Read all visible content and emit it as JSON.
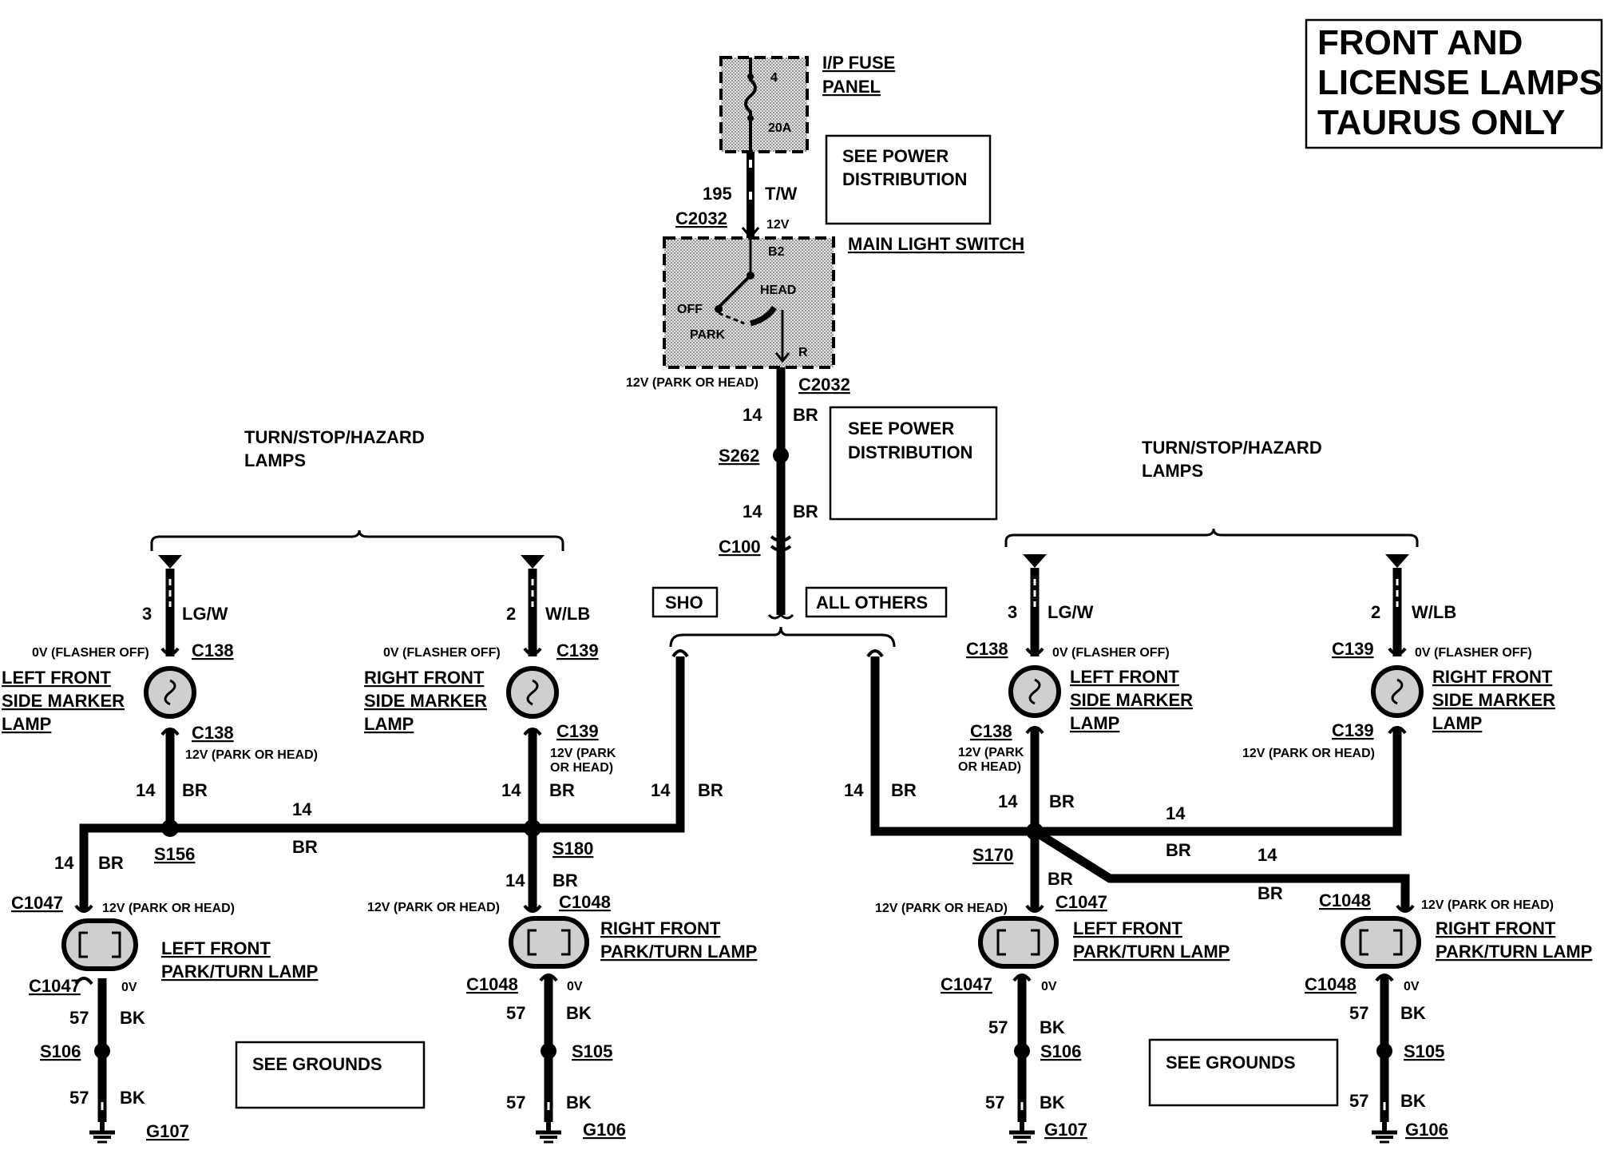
{
  "title": {
    "line1": "FRONT AND",
    "line2": "LICENSE LAMPS",
    "line3": "TAURUS ONLY"
  },
  "fuse_panel": {
    "label1": "I/P FUSE",
    "label2": "PANEL",
    "fuse_number": "4",
    "fuse_rating": "20A"
  },
  "see_power_1": {
    "line1": "SEE POWER",
    "line2": "DISTRIBUTION"
  },
  "see_power_2": {
    "line1": "SEE POWER",
    "line2": "DISTRIBUTION"
  },
  "feed": {
    "circuit": "195",
    "color": "T/W",
    "connector": "C2032",
    "voltage": "12V"
  },
  "switch": {
    "label": "MAIN LIGHT SWITCH",
    "b2": "B2",
    "head": "HEAD",
    "off": "OFF",
    "park": "PARK",
    "r": "R"
  },
  "switch_out": {
    "voltage": "12V (PARK OR HEAD)",
    "connector": "C2032",
    "circuit": "14",
    "color": "BR"
  },
  "splice_main": {
    "name": "S262",
    "circuit": "14",
    "color": "BR"
  },
  "connector_main": "C100",
  "variants": {
    "sho": "SHO",
    "others": "ALL OTHERS"
  },
  "left_group": {
    "label1": "TURN/STOP/HAZARD",
    "label2": "LAMPS",
    "marker_l": {
      "circuit": "3",
      "color": "LG/W",
      "state": "0V (FLASHER OFF)",
      "connector": "C138",
      "name1": "LEFT FRONT",
      "name2": "SIDE MARKER",
      "name3": "LAMP",
      "connector_low": "C138",
      "volt_low": "12V (PARK OR HEAD)",
      "circ_low": "14",
      "color_low": "BR"
    },
    "marker_r": {
      "circuit": "2",
      "color": "W/LB",
      "state": "0V (FLASHER OFF)",
      "connector": "C139",
      "name1": "RIGHT FRONT",
      "name2": "SIDE MARKER",
      "name3": "LAMP",
      "connector_low": "C139",
      "volt_low1": "12V (PARK",
      "volt_low2": "OR HEAD)",
      "circ_low": "14",
      "color_low": "BR"
    },
    "bus": {
      "circuit": "14",
      "color": "BR"
    },
    "sho_feed": {
      "circuit": "14",
      "color": "BR"
    },
    "s156": "S156",
    "s180": "S180",
    "drop_l": {
      "circuit": "14",
      "color": "BR",
      "connector": "C1047",
      "voltage": "12V (PARK OR HEAD)"
    },
    "drop_r": {
      "circuit": "14",
      "color": "BR",
      "connector": "C1048",
      "voltage": "12V (PARK OR HEAD)"
    },
    "park_l": {
      "name1": "LEFT FRONT",
      "name2": "PARK/TURN LAMP",
      "connector": "C1047",
      "volt": "0V",
      "circ": "57",
      "color": "BK",
      "splice": "S106",
      "circ2": "57",
      "color2": "BK",
      "ground": "G107"
    },
    "park_r": {
      "name1": "RIGHT FRONT",
      "name2": "PARK/TURN LAMP",
      "connector": "C1048",
      "volt": "0V",
      "circ": "57",
      "color": "BK",
      "splice": "S105",
      "circ2": "57",
      "color2": "BK",
      "ground": "G106"
    },
    "see_grounds": "SEE GROUNDS"
  },
  "right_group": {
    "label1": "TURN/STOP/HAZARD",
    "label2": "LAMPS",
    "others_feed": {
      "circuit": "14",
      "color": "BR"
    },
    "marker_l": {
      "circuit": "3",
      "color": "LG/W",
      "state": "0V (FLASHER OFF)",
      "connector": "C138",
      "name1": "LEFT FRONT",
      "name2": "SIDE MARKER",
      "name3": "LAMP",
      "connector_low": "C138",
      "volt_low1": "12V (PARK",
      "volt_low2": "OR HEAD)",
      "circ_low": "14",
      "color_low": "BR"
    },
    "marker_r": {
      "circuit": "2",
      "color": "W/LB",
      "state": "0V (FLASHER OFF)",
      "connector": "C139",
      "name1": "RIGHT FRONT",
      "name2": "SIDE MARKER",
      "name3": "LAMP",
      "connector_low": "C139",
      "volt_low": "12V (PARK OR HEAD)"
    },
    "bus_top": {
      "circuit": "14",
      "color": "BR"
    },
    "bus_bot": {
      "circuit": "14",
      "color": "BR"
    },
    "s170": "S170",
    "drop_l": {
      "color": "BR",
      "connector": "C1047",
      "voltage": "12V (PARK OR HEAD)"
    },
    "drop_r": {
      "color": "BR",
      "connector": "C1048",
      "voltage": "12V (PARK OR HEAD)"
    },
    "park_l": {
      "name1": "LEFT FRONT",
      "name2": "PARK/TURN LAMP",
      "connector": "C1047",
      "volt": "0V",
      "circ": "57",
      "color": "BK",
      "splice": "S106",
      "circ2": "57",
      "color2": "BK",
      "ground": "G107"
    },
    "park_r": {
      "name1": "RIGHT FRONT",
      "name2": "PARK/TURN LAMP",
      "connector": "C1048",
      "volt": "0V",
      "circ": "57",
      "color": "BK",
      "splice": "S105",
      "circ2": "57",
      "color2": "BK",
      "ground": "G106"
    },
    "see_grounds": "SEE GROUNDS"
  }
}
